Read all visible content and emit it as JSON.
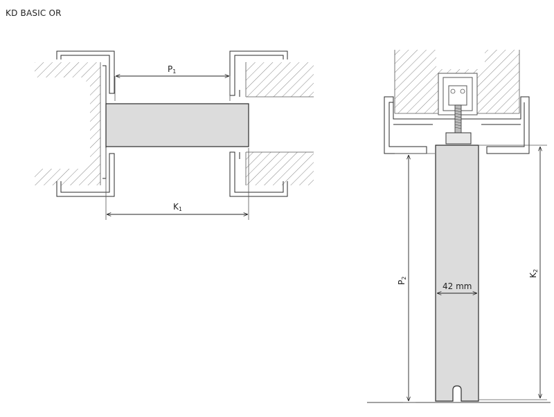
{
  "title": "KD BASIC OR",
  "plan_view": {
    "dimension_p": "P",
    "dimension_p_sub": "1",
    "dimension_k": "K",
    "dimension_k_sub": "1"
  },
  "section_view": {
    "dimension_p": "P",
    "dimension_p_sub": "2",
    "dimension_k": "K",
    "dimension_k_sub": "2",
    "thickness_label": "42 mm"
  },
  "colors": {
    "panel_fill": "#dcdcdc",
    "line": "#2a2a2a",
    "hatch": "#666666"
  }
}
